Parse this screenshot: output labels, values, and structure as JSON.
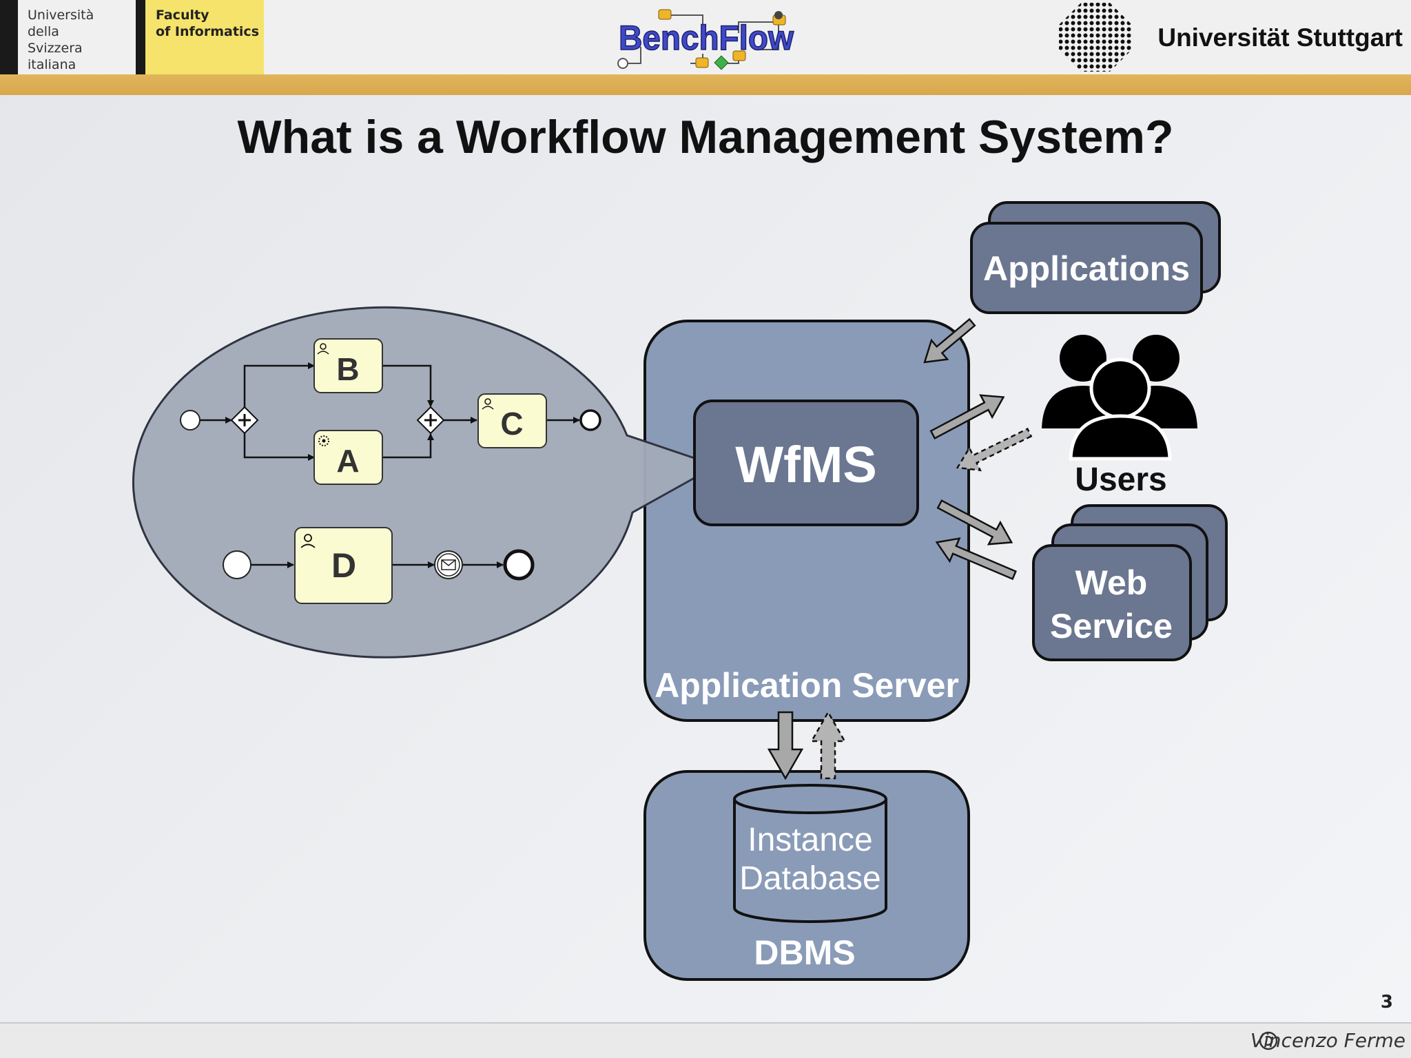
{
  "header": {
    "usi_lines": [
      "Università",
      "della",
      "Svizzera",
      "italiana"
    ],
    "faculty_lines": [
      "Faculty",
      "of Informatics"
    ],
    "benchflow_logo": "BenchFlow",
    "stuttgart": "Universität Stuttgart"
  },
  "slide": {
    "title": "What is a Workflow Management System?",
    "page_number": "3",
    "author": "Vincenzo Ferme"
  },
  "diagram": {
    "tasks": {
      "b": "B",
      "a": "A",
      "c": "C",
      "d": "D"
    },
    "wfms": "WfMS",
    "app_server": "Application Server",
    "applications": "Applications",
    "users": "Users",
    "web_service": [
      "Web",
      "Service"
    ],
    "instance_db": [
      "Instance",
      "Database"
    ],
    "dbms": "DBMS"
  },
  "colors": {
    "box_fill": "#8a9bb8",
    "dark_box": "#6b7691",
    "bubble": "#a2aab9",
    "task_fill": "#fbfbd2",
    "gold_bar": "#dcac55",
    "faculty_yellow": "#f5e36b"
  }
}
